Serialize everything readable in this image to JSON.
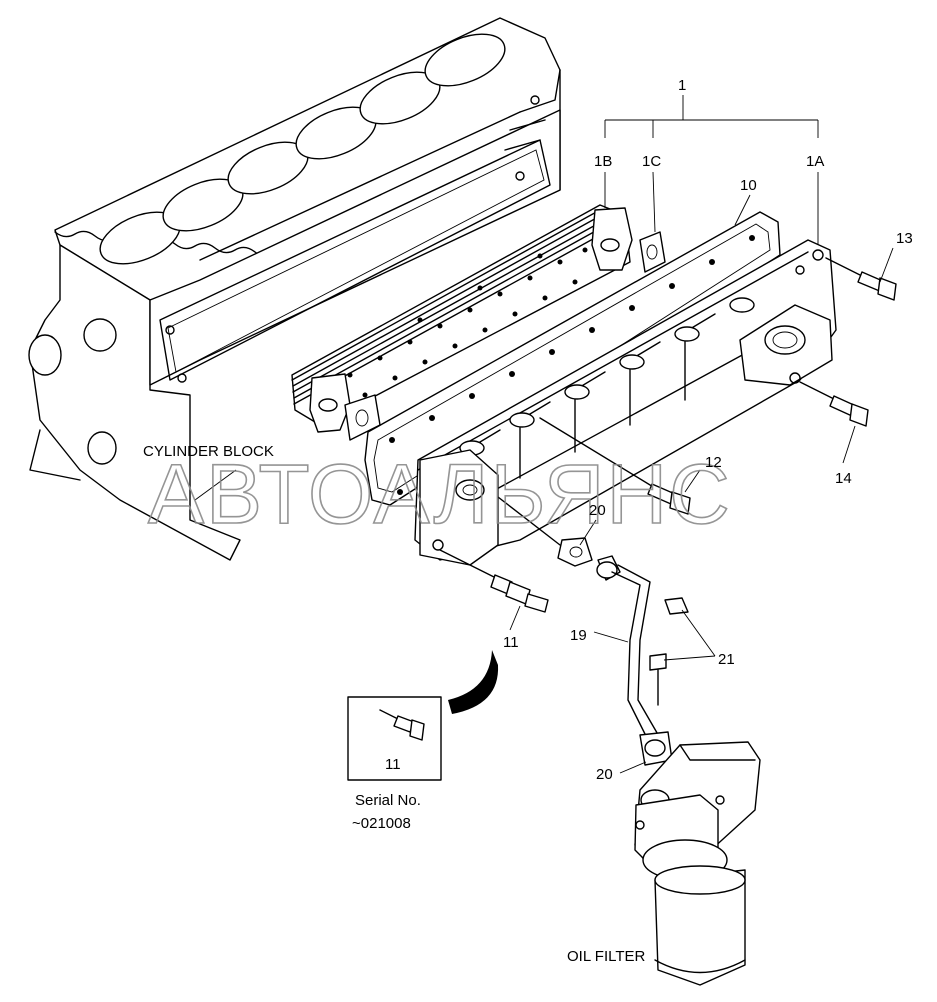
{
  "labels": {
    "part_1": "1",
    "part_1a": "1A",
    "part_1b": "1B",
    "part_1c": "1C",
    "part_10": "10",
    "part_11_main": "11",
    "part_11_inset": "11",
    "part_12": "12",
    "part_13": "13",
    "part_14": "14",
    "part_19": "19",
    "part_20_upper": "20",
    "part_20_lower": "20",
    "part_21": "21",
    "cylinder_block": "CYLINDER BLOCK",
    "oil_filter": "OIL FILTER",
    "serial_line1": "Serial No.",
    "serial_line2": "~021008"
  },
  "watermark": "АВТОАЛЬЯНС"
}
